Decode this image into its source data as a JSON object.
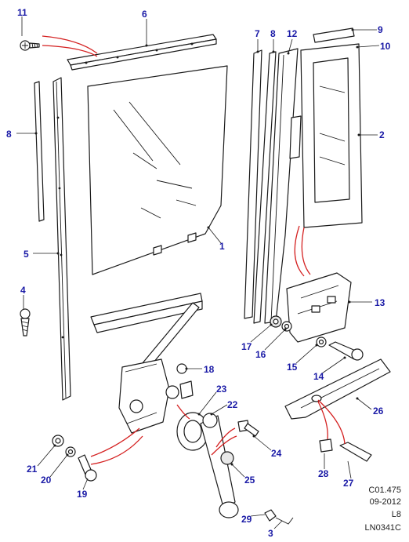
{
  "callouts": {
    "c1": "1",
    "c2": "2",
    "c3": "3",
    "c4": "4",
    "c5": "5",
    "c6": "6",
    "c7": "7",
    "c8a": "8",
    "c8b": "8",
    "c9": "9",
    "c10": "10",
    "c11": "11",
    "c12": "12",
    "c13": "13",
    "c14": "14",
    "c15": "15",
    "c16": "16",
    "c17": "17",
    "c18": "18",
    "c19": "19",
    "c20": "20",
    "c21": "21",
    "c22": "22",
    "c23": "23",
    "c24": "24",
    "c25": "25",
    "c26": "26",
    "c27": "27",
    "c28": "28",
    "c29": "29"
  },
  "reference": {
    "code": "C01.475",
    "date": "09-2012",
    "level": "L8",
    "drawing": "LN0341C"
  },
  "colors": {
    "callout": "#1a1aa6",
    "connector": "#d42020",
    "outline": "#1a1a1a"
  }
}
